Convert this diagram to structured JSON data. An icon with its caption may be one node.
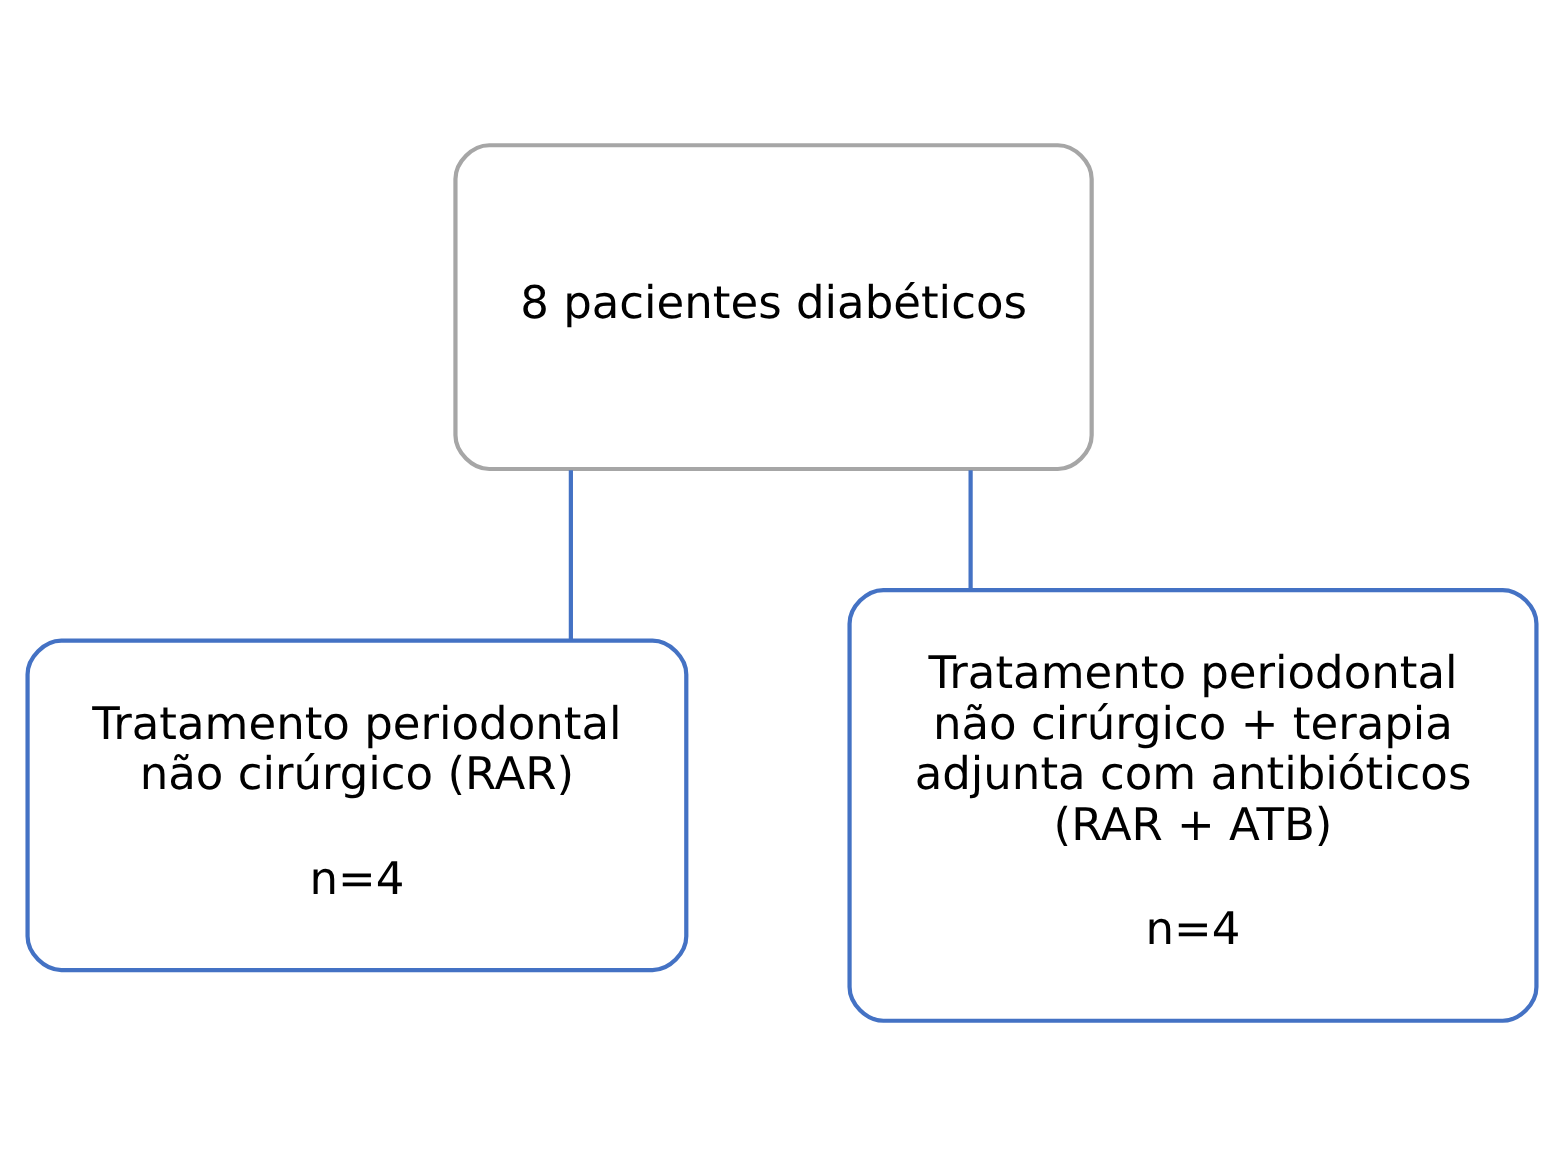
{
  "diagram": {
    "nodes": [
      {
        "text": [
          "8 pacientes diabéticos"
        ]
      },
      {
        "text": [
          "Tratamento periodontal não cirúrgico (RAR)",
          "n=4"
        ]
      },
      {
        "text": [
          "Tratamento periodontal não cirúrgico + terapia adjunta com antibióticos (RAR + ATB)",
          "n=4"
        ]
      }
    ],
    "edges": [
      {
        "from": 0,
        "to": 1,
        "arrow": "none"
      },
      {
        "from": 0,
        "to": 2,
        "arrow": "none"
      }
    ]
  }
}
